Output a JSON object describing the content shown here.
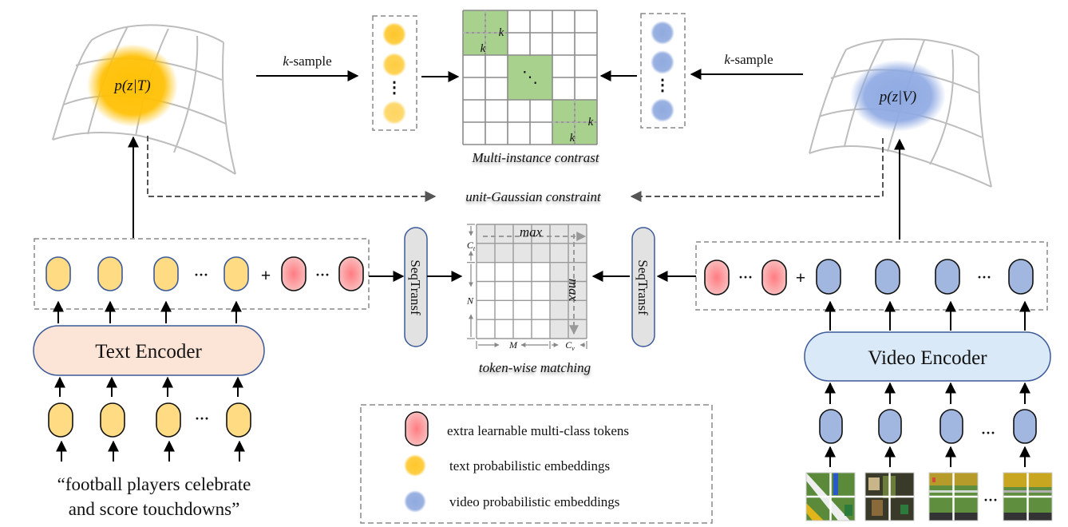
{
  "distributions": {
    "text": {
      "label": "p(z|T)",
      "color": "#FFC107"
    },
    "video": {
      "label": "p(z|V)",
      "color": "#8FAAE3"
    }
  },
  "sampling": {
    "left_label_k": "k",
    "left_label_rest": "-sample",
    "right_label_k": "k",
    "right_label_rest": "-sample",
    "dots": "⋮"
  },
  "multi_instance": {
    "caption": "Multi-instance contrast",
    "grid_size": 6,
    "block_size": 2,
    "k_label": "k",
    "diag_dots": "⋱",
    "block_color": "#A9D18E"
  },
  "constraint": {
    "label": "unit-Gaussian constraint"
  },
  "text_branch": {
    "encoder_label": "Text Encoder",
    "encoder_fill": "#FCE4D6",
    "token_fill": "#FFDC84",
    "ellipsis": "···",
    "plus": "+",
    "caption_line1": "“football players celebrate",
    "caption_line2": "and score touchdowns”"
  },
  "video_branch": {
    "encoder_label": "Video Encoder",
    "encoder_fill": "#DAE9F7",
    "token_fill": "#A1B7E0",
    "ellipsis": "···",
    "plus": "+"
  },
  "seq_transf": {
    "left_label": "SeqTransf",
    "right_label": "SeqTransf"
  },
  "token_matching": {
    "caption": "token-wise matching",
    "max_row": "max",
    "max_col": "max",
    "ct_label": "C",
    "ct_sub": "t",
    "cv_label": "C",
    "cv_sub": "v",
    "n_label": "N",
    "m_label": "M"
  },
  "legend": {
    "items": [
      {
        "label": "extra learnable multi-class tokens",
        "kind": "class-token"
      },
      {
        "label": "text probabilistic embeddings",
        "kind": "text-embedding"
      },
      {
        "label": "video probabilistic embeddings",
        "kind": "video-embedding"
      }
    ]
  },
  "colors": {
    "class_token": "#F7A1A1",
    "dash": "#777777",
    "grid": "#8a8a8a",
    "shade": "#E5E5E5",
    "pill_border": "#3C5A99"
  }
}
